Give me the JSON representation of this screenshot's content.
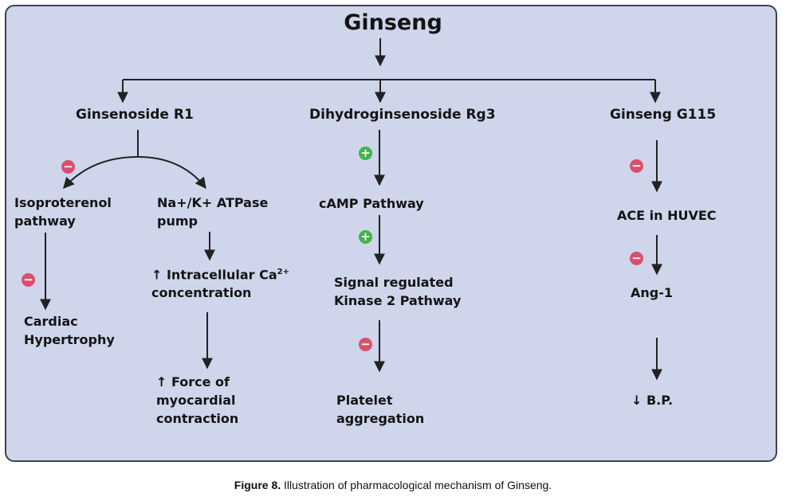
{
  "diagram": {
    "title": "Ginseng",
    "branches": {
      "r1": {
        "label": "Ginsenoside R1",
        "isoproterenol": "Isoproterenol pathway",
        "cardiac": "Cardiac Hypertrophy",
        "pump": "Na+/K+ ATPase pump",
        "calcium_prefix": "↑ Intracellular Ca",
        "calcium_sup": "2+",
        "calcium_suffix": "concentration",
        "force": "↑ Force of myocardial contraction"
      },
      "rg3": {
        "label": "Dihydroginsenoside Rg3",
        "camp": "cAMP Pathway",
        "signal": "Signal regulated Kinase 2 Pathway",
        "platelet": "Platelet aggregation"
      },
      "g115": {
        "label": "Ginseng G115",
        "ace": "ACE in HUVEC",
        "ang": "Ang-1",
        "bp": "↓ B.P."
      }
    },
    "markers": {
      "minus": "−",
      "plus": "+"
    }
  },
  "caption": {
    "label": "Figure 8.",
    "text": "Illustration of pharmacological mechanism of Ginseng."
  },
  "colors": {
    "panel": "#cfd5ea",
    "border": "#3e4150",
    "inhibit": "#d9506d",
    "activate": "#3fb449"
  }
}
